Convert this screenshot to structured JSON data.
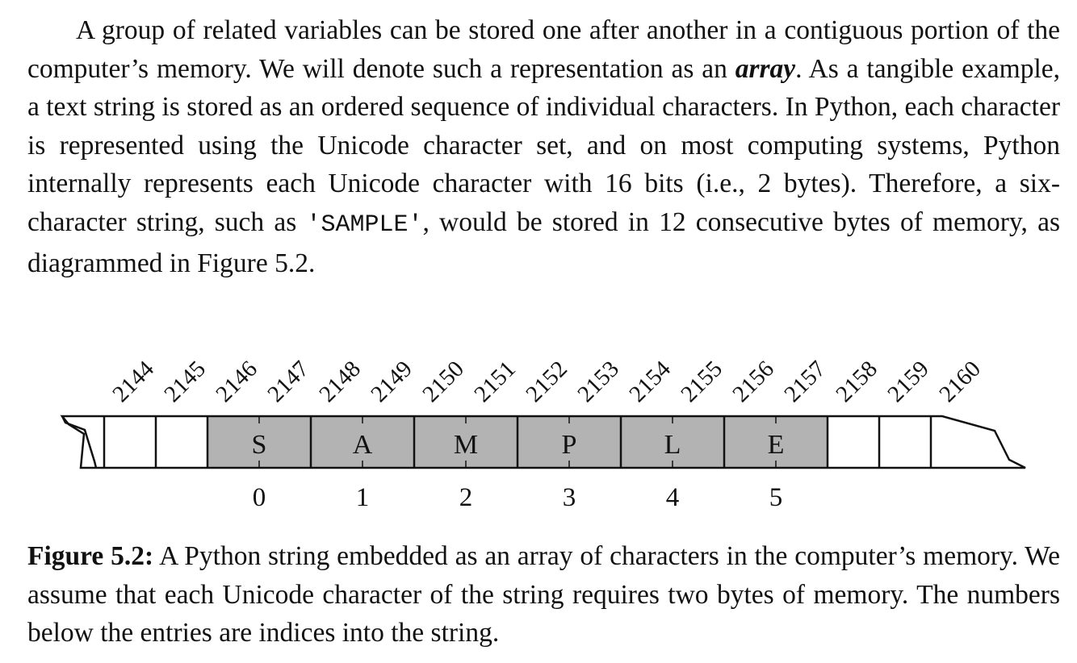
{
  "body_text": {
    "part1": "A group of related variables can be stored one after another in a contiguous portion of the computer’s memory.  We will denote such a representation as an ",
    "term": "array",
    "part2": ".  As a tangible example, a text string is stored as an ordered sequence of individual characters.  In Python, each character is represented using the Unicode character set, and on most computing systems, Python internally represents each Unicode character with 16 bits (i.e., 2 bytes). Therefore, a six-character string, such as ",
    "code": "'SAMPLE'",
    "part3": ", would be stored in 12 consecutive bytes of memory, as diagrammed in Figure 5.2."
  },
  "figure": {
    "addresses": [
      "2144",
      "2145",
      "2146",
      "2147",
      "2148",
      "2149",
      "2150",
      "2151",
      "2152",
      "2153",
      "2154",
      "2155",
      "2156",
      "2157",
      "2158",
      "2159",
      "2160"
    ],
    "characters": [
      "S",
      "A",
      "M",
      "P",
      "L",
      "E"
    ],
    "indices": [
      "0",
      "1",
      "2",
      "3",
      "4",
      "5"
    ],
    "cell_fill": "#b3b3b3",
    "empty_fill": "#ffffff"
  },
  "caption": {
    "label": "Figure 5.2:",
    "text": " A Python string embedded as an array of characters in the computer’s memory.  We assume that each Unicode character of the string requires two bytes of memory.  The numbers below the entries are indices into the string."
  }
}
